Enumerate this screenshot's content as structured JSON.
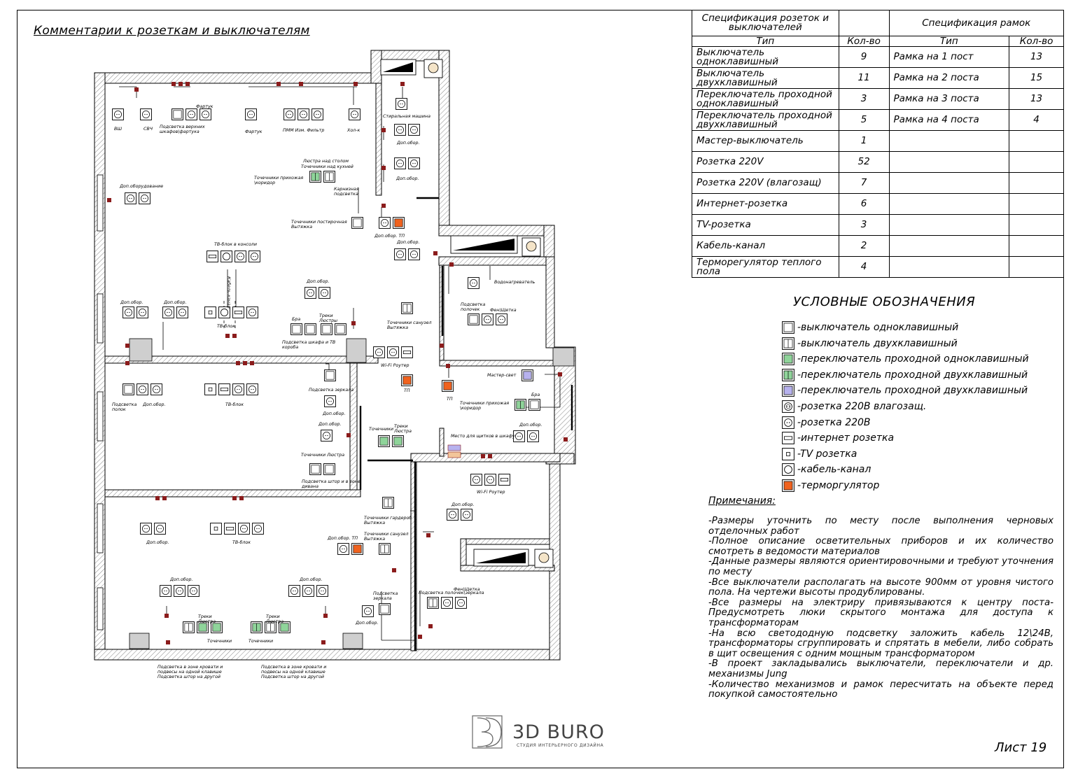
{
  "title": "Комментарии к розеткам и выключателям",
  "spec_sockets": {
    "header": "Спецификация розеток и выключателей",
    "col_type": "Тип",
    "col_qty": "Кол-во",
    "rows": [
      {
        "type": "Выключатель одноклавишный",
        "qty": "9"
      },
      {
        "type": "Выключатель двухклавишный",
        "qty": "11"
      },
      {
        "type": "Переключатель проходной одноклавишный",
        "qty": "3"
      },
      {
        "type": "Переключатель проходной двухклавишный",
        "qty": "5"
      },
      {
        "type": "Мастер-выключатель",
        "qty": "1"
      },
      {
        "type": "Розетка 220V",
        "qty": "52"
      },
      {
        "type": "Розетка 220V (влагозащ)",
        "qty": "7"
      },
      {
        "type": "Интернет-розетка",
        "qty": "6"
      },
      {
        "type": "TV-розетка",
        "qty": "3"
      },
      {
        "type": "Кабель-канал",
        "qty": "2"
      },
      {
        "type": "Терморегулятор теплого пола",
        "qty": "4"
      }
    ]
  },
  "spec_frames": {
    "header": "Спецификация рамок",
    "col_type": "Тип",
    "col_qty": "Кол-во",
    "rows": [
      {
        "type": "Рамка на 1 пост",
        "qty": "13"
      },
      {
        "type": "Рамка на 2 поста",
        "qty": "15"
      },
      {
        "type": "Рамка на 3 поста",
        "qty": "13"
      },
      {
        "type": "Рамка на 4 поста",
        "qty": "4"
      }
    ]
  },
  "legend": {
    "title": "УСЛОВНЫЕ ОБОЗНАЧЕНИЯ",
    "items": [
      {
        "symbol": "switch-1",
        "label": "-выключатель одноклавишный"
      },
      {
        "symbol": "switch-2",
        "label": "-выключатель двухклавишный"
      },
      {
        "symbol": "pass-1",
        "label": "-переключатель проходной одноклавишный"
      },
      {
        "symbol": "pass-2",
        "label": "-переключатель проходной двухклавишный"
      },
      {
        "symbol": "pass-2-blue",
        "label": "-переключатель проходной двухклавишный"
      },
      {
        "symbol": "socket-wet",
        "label": "-розетка 220В влагозащ."
      },
      {
        "symbol": "socket",
        "label": "-розетка 220В"
      },
      {
        "symbol": "internet",
        "label": "-интернет розетка"
      },
      {
        "symbol": "tv",
        "label": "-TV розетка"
      },
      {
        "symbol": "cable",
        "label": "-кабель-канал"
      },
      {
        "symbol": "thermo",
        "label": "-терморгулятор"
      }
    ],
    "colors": {
      "pass": "#8fd49a",
      "blue": "#b7b2ee",
      "thermo": "#f0621e",
      "pipe": "#8b1c1c"
    }
  },
  "notes": {
    "title": "Примечания:",
    "lines": [
      "-Размеры уточнить по месту после выполнения черновых отделочных работ",
      "-Полное описание осветительных приборов и их количество смотреть в ведомости материалов",
      "-Данные размеры являются ориентировочными и требуют уточнения по месту",
      "-Все выключатели располагать на высоте 900мм от уровня чистого пола. На чертежи высоты продублированы.",
      "-Все размеры на электриру привязываются к центру поста- Предусмотреть люки скрытого монтажа для доступа к трансформаторам",
      "-На всю светододную подсветку заложить кабель 12\\24В, трансформаторы сгруппировать и спрятать в мебели, либо собрать в щит освещения с одним мощным трансформатором",
      "-В проект закладывались выключатели, переключатели и др. механизмы Jung",
      "-Количество механизмов и рамок пересчитать на объекте перед покупкой самостоятельно"
    ]
  },
  "logo": {
    "name": "3D BURO",
    "subtitle": "СТУДИЯ ИНТЕРЬЕРНОГО ДИЗАЙНА"
  },
  "sheet": "Лист 19",
  "plan_labels": [
    "ВШ",
    "СВЧ",
    "Подсветка верхних шкафов\\фартука",
    "Фартук",
    "Фартук",
    "ПММ Изм. Фильтр",
    "Хол-к",
    "Стиральная машина",
    "Доп.обор.",
    "Доп.обор.",
    "Люстра над столом",
    "Точечники над кухней",
    "Точечники прихожая \\коридор",
    "Карнизная подсветка",
    "Доп.оборудование",
    "Точечники постирочная Вытяжка",
    "Доп.обор. ТП",
    "Доп.обор.",
    "ТВ-блок в консоли",
    "Кабель-канал",
    "Доп.обор.",
    "Доп.обор.",
    "Доп.обор.",
    "ТВ-блок",
    "Бра",
    "Треки Люстры",
    "Подсветка шкафа и ТВ короба",
    "Точечники санузел Вытяжка",
    "Водонагреватель",
    "Подсветка полочек",
    "Фен\\Щетка",
    "Wi-Fi Роутер",
    "ТП",
    "Мастер-свет",
    "ТП",
    "Точечники прихожая \\коридор",
    "Бра",
    "Подсветка полок",
    "Доп.обор.",
    "ТВ-блок",
    "Подсветка зеркала",
    "Доп.обор.",
    "Доп.обор.",
    "Точечники",
    "Треки Люстра",
    "Место для щитков в шкафу",
    "Доп.обор.",
    "Точечники Люстра",
    "Подсветка штор и в зоне дивана",
    "Wi-Fi Роутер",
    "Точечники гардероб Вытяжка",
    "Доп.обор.",
    "Доп.обор.",
    "ТВ-блок",
    "Доп.обор. ТП",
    "Точечники санузел Вытяжка",
    "Подсветка зеркала",
    "Доп.обор.",
    "Подсветка полочек\\зеркала",
    "Фен\\Щетка",
    "Доп.обор.",
    "Доп.обор.",
    "Треки Люстра",
    "Треки Люстра",
    "Точечники",
    "Точечники",
    "Подсветка в зоне кровати и подвесы на одной клавише Подсветка штор на другой",
    "Подсветка в зоне кровати и подвесы на одной клавише Подсветка штор на другой"
  ]
}
